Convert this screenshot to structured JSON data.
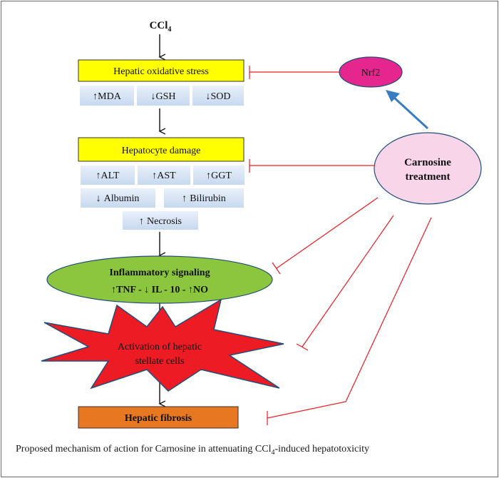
{
  "diagram": {
    "start": {
      "label": "CCl",
      "subscript": "4"
    },
    "stages": {
      "oxidative_stress": {
        "label": "Hepatic oxidative stress",
        "markers": [
          {
            "dir": "↑",
            "name": "MDA"
          },
          {
            "dir": "↓",
            "name": "GSH"
          },
          {
            "dir": "↓",
            "name": "SOD"
          }
        ]
      },
      "hepatocyte_damage": {
        "label": "Hepatocyte damage",
        "markers": [
          {
            "dir": "↑",
            "name": "ALT"
          },
          {
            "dir": "↑",
            "name": "AST"
          },
          {
            "dir": "↑",
            "name": "GGT"
          },
          {
            "dir": "↓",
            "name": "Albumin"
          },
          {
            "dir": "↑",
            "name": "Bilirubin"
          },
          {
            "dir": "↑",
            "name": "Necrosis"
          }
        ]
      },
      "inflammatory": {
        "label": "Inflammatory signaling",
        "sub": "↑TNF - ↓ IL - 10 - ↑NO"
      },
      "stellate": {
        "line1": "Activation of hepatic",
        "line2": "stellate cells"
      },
      "fibrosis": {
        "label": "Hepatic fibrosis"
      }
    },
    "nrf2": {
      "label": "Nrf2"
    },
    "carnosine": {
      "line1": "Carnosine",
      "line2": "treatment"
    }
  },
  "caption": {
    "before": "Proposed mechanism of action for Carnosine in attenuating CCl",
    "sub": "4",
    "after": "-induced hepatotoxicity"
  },
  "colors": {
    "stage_box": "#ffff00",
    "marker_fill": "#d9e6f5",
    "inflammatory": "#8cc63f",
    "stellate": "#ed1c24",
    "fibrosis": "#e87722",
    "nrf2": "#e6268f",
    "carnosine": "#f9d5ea",
    "inhibit_line": "#ed1c24",
    "activation_arrow": "#3a7cc1"
  }
}
